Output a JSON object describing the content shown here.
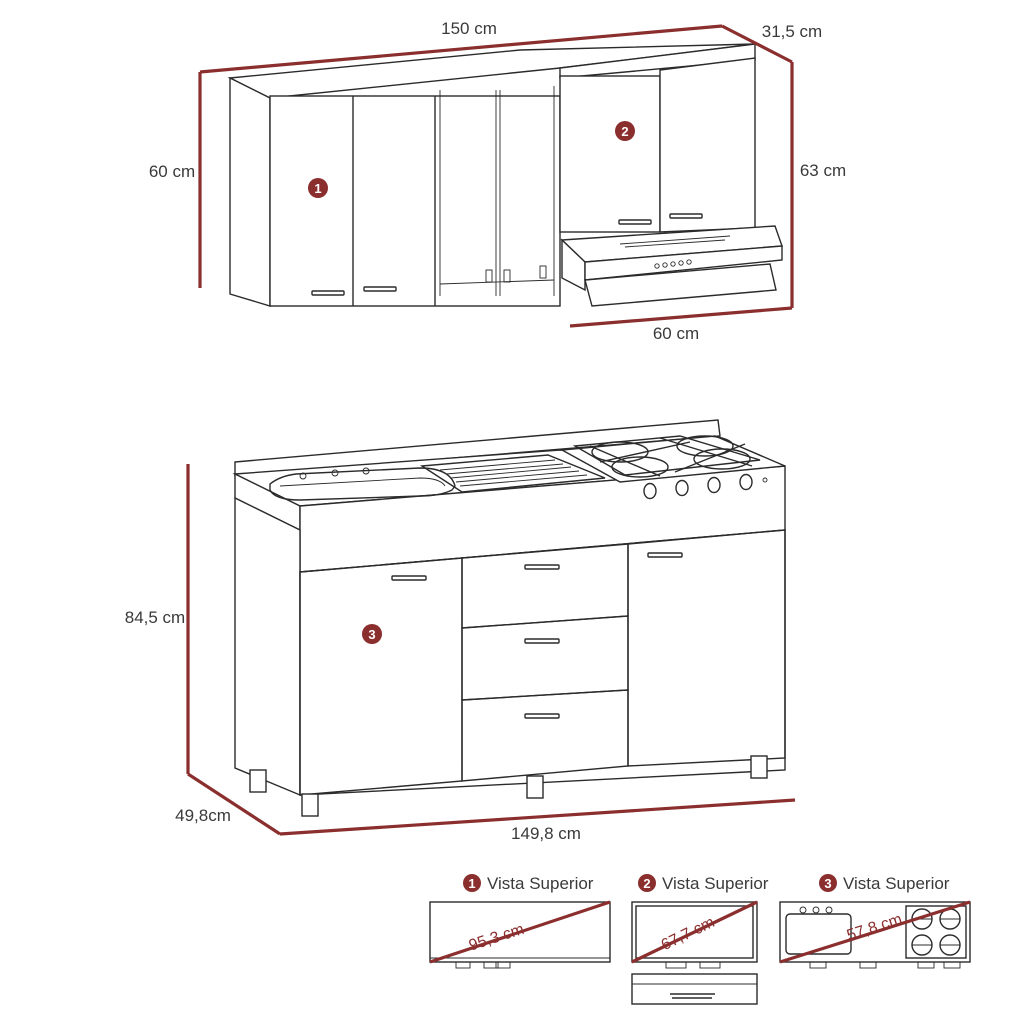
{
  "colors": {
    "dimension": "#8b2e2e",
    "outline": "#2b2b2b",
    "text": "#3a3a3a",
    "background": "#ffffff"
  },
  "dimensions": {
    "upper_width": "150 cm",
    "upper_depth": "31,5 cm",
    "upper_height_left": "60 cm",
    "upper_height_right": "63 cm",
    "hood_width": "60 cm",
    "base_height": "84,5 cm",
    "base_depth": "49,8cm",
    "base_width": "149,8 cm"
  },
  "markers": {
    "m1": "1",
    "m2": "2",
    "m3": "3"
  },
  "top_views": [
    {
      "marker": "1",
      "title": "Vista Superior",
      "diagonal": "95,3 cm"
    },
    {
      "marker": "2",
      "title": "Vista Superior",
      "diagonal": "67,7 cm"
    },
    {
      "marker": "3",
      "title": "Vista Superior",
      "diagonal": "57,8 cm"
    }
  ]
}
